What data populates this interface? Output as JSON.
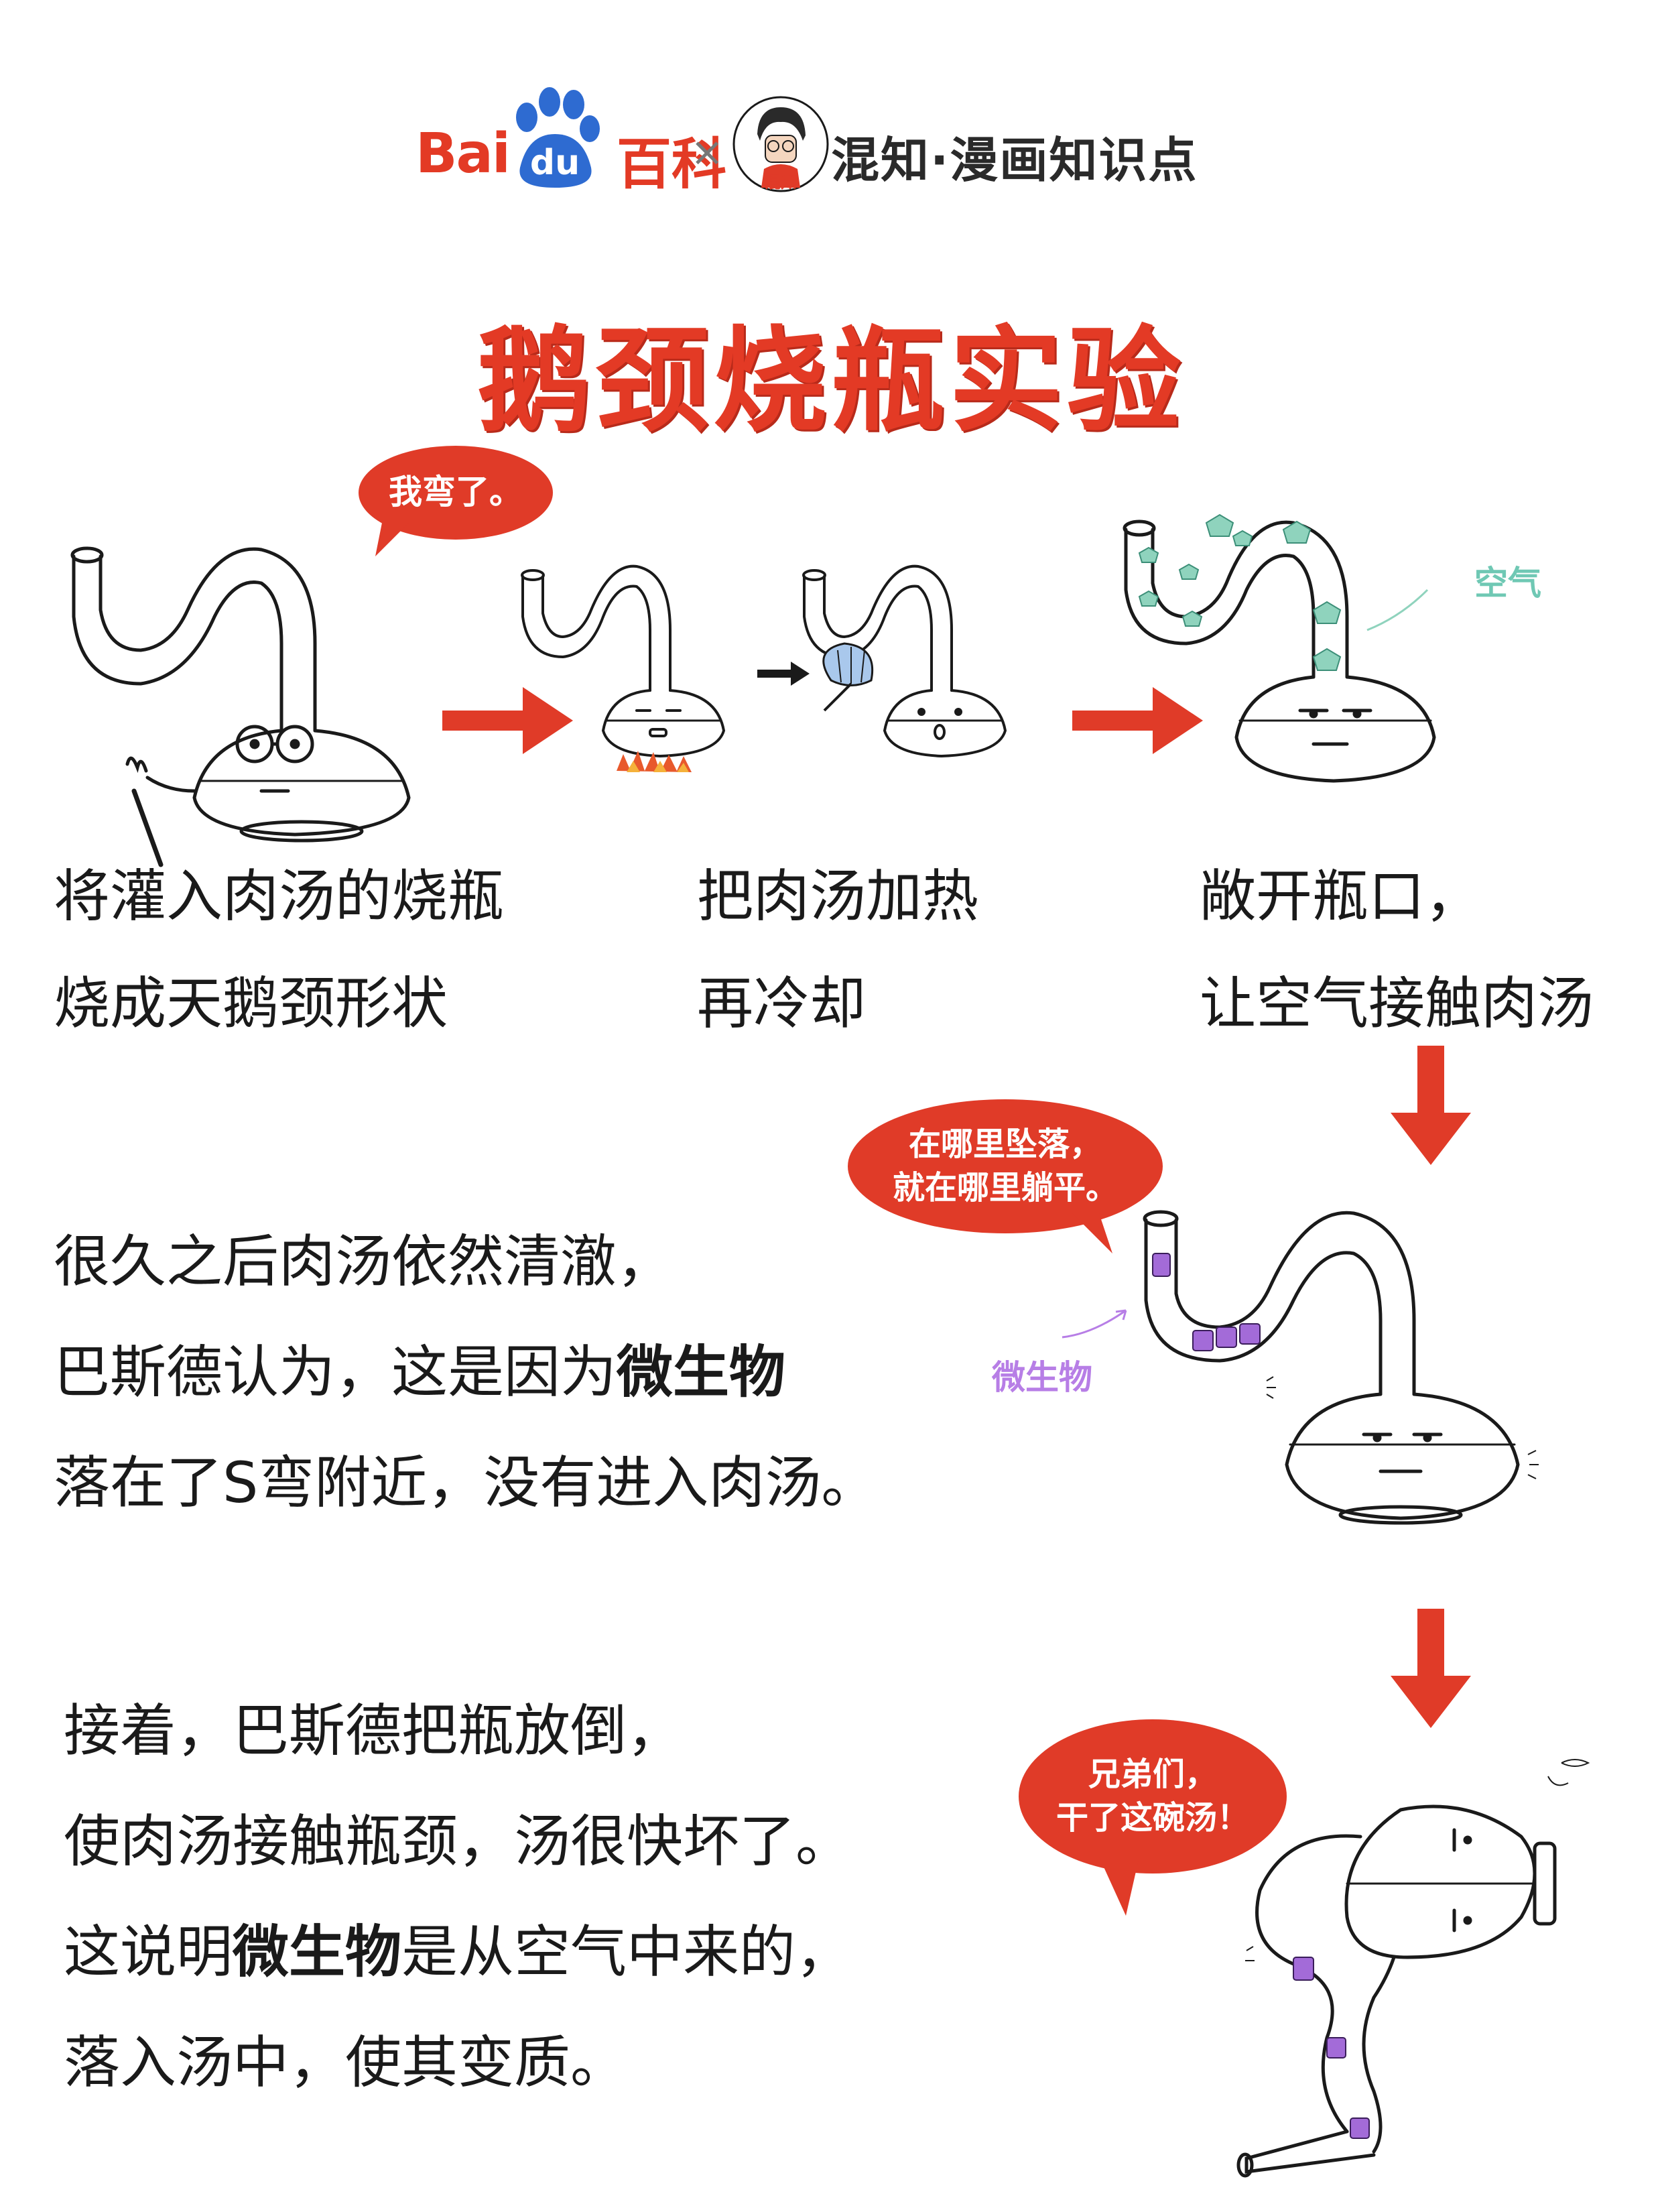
{
  "header": {
    "brand_left": "Bai",
    "brand_du": "du",
    "brand_baike": "百科",
    "separator": "×",
    "partner_avatar_text": "混知",
    "partner_name": "混知·漫画知识点"
  },
  "title": "鹅颈烧瓶实验",
  "colors": {
    "accent": "#e33a25",
    "air": "#6fc8b4",
    "microbe": "#b77ee6",
    "microbe_fill": "#a36bd8"
  },
  "bubbles": {
    "bent": "我弯了。",
    "fall": [
      "在哪里坠落，",
      "就在哪里躺平。"
    ],
    "brothers": [
      "兄弟们，",
      "干了这碗汤！"
    ]
  },
  "labels": {
    "air": "空气",
    "microbes": "微生物"
  },
  "steps": [
    {
      "line1": "将灌入肉汤的烧瓶",
      "line2": "烧成天鹅颈形状"
    },
    {
      "line1": "把肉汤加热",
      "line2": "再冷却"
    },
    {
      "line1": "敞开瓶口，",
      "line2": "让空气接触肉汤"
    }
  ],
  "paragraph1": {
    "line1": "很久之后肉汤依然清澈，",
    "line2_pre": "巴斯德认为，这是因为",
    "line2_bold": "微生物",
    "line3": "落在了S弯附近，没有进入肉汤。"
  },
  "paragraph2": {
    "line1": "接着，巴斯德把瓶放倒，",
    "line2": "使肉汤接触瓶颈，汤很快坏了。",
    "line3_pre": "这说明",
    "line3_bold": "微生物",
    "line3_post": "是从空气中来的，",
    "line4": "落入汤中，使其变质。"
  }
}
